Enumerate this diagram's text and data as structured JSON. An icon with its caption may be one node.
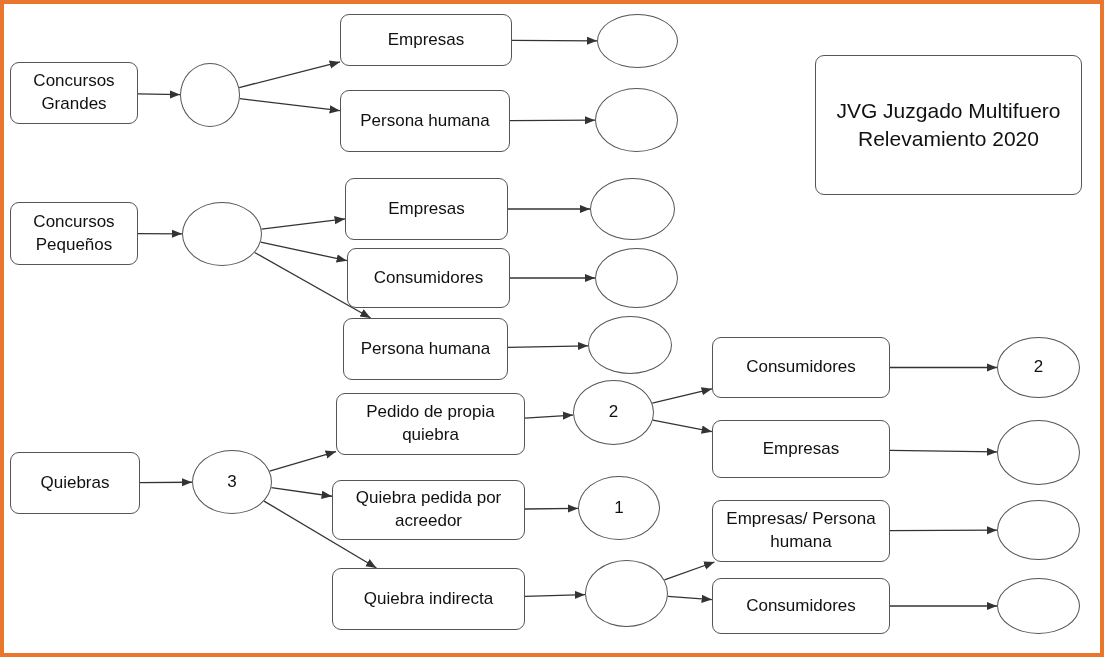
{
  "diagram": {
    "nodes": [
      {
        "text": [
          "Concursos Grandes"
        ]
      },
      {
        "text": [],
        "shape": "circle"
      },
      {
        "text": [
          "Empresas"
        ]
      },
      {
        "text": [],
        "shape": "circle"
      },
      {
        "text": [
          "Persona humana"
        ]
      },
      {
        "text": [],
        "shape": "circle"
      },
      {
        "text": [
          "Concursos Pequeños"
        ]
      },
      {
        "text": [],
        "shape": "circle"
      },
      {
        "text": [
          "Empresas"
        ]
      },
      {
        "text": [],
        "shape": "circle"
      },
      {
        "text": [
          "Consumidores"
        ]
      },
      {
        "text": [],
        "shape": "circle"
      },
      {
        "text": [
          "Persona humana"
        ]
      },
      {
        "text": [],
        "shape": "circle"
      },
      {
        "text": [
          "Quiebras"
        ]
      },
      {
        "text": [
          "3"
        ]
      },
      {
        "text": [
          "Pedido de propia quiebra"
        ]
      },
      {
        "text": [
          "2"
        ]
      },
      {
        "text": [
          "Quiebra pedida por acreedor"
        ]
      },
      {
        "text": [
          "1"
        ]
      },
      {
        "text": [
          "Quiebra indirecta"
        ]
      },
      {
        "text": [],
        "shape": "circle"
      },
      {
        "text": [
          "Consumidores"
        ]
      },
      {
        "text": [
          "2"
        ]
      },
      {
        "text": [
          "Empresas"
        ]
      },
      {
        "text": [],
        "shape": "circle"
      },
      {
        "text": [
          "Empresas/ Persona humana"
        ]
      },
      {
        "text": [],
        "shape": "circle"
      },
      {
        "text": [
          "Consumidores"
        ]
      },
      {
        "text": [],
        "shape": "circle"
      },
      {
        "text": [
          "JVG Juzgado Multifuero Relevamiento 2020"
        ]
      }
    ],
    "edges": [
      {
        "from": 0,
        "to": 1,
        "arrow": "to"
      },
      {
        "from": 1,
        "to": 2,
        "arrow": "to"
      },
      {
        "from": 1,
        "to": 4,
        "arrow": "to"
      },
      {
        "from": 2,
        "to": 3,
        "arrow": "to"
      },
      {
        "from": 4,
        "to": 5,
        "arrow": "to"
      },
      {
        "from": 6,
        "to": 7,
        "arrow": "to"
      },
      {
        "from": 7,
        "to": 8,
        "arrow": "to"
      },
      {
        "from": 7,
        "to": 10,
        "arrow": "to"
      },
      {
        "from": 7,
        "to": 12,
        "arrow": "to"
      },
      {
        "from": 8,
        "to": 9,
        "arrow": "to"
      },
      {
        "from": 10,
        "to": 11,
        "arrow": "to"
      },
      {
        "from": 12,
        "to": 13,
        "arrow": "to"
      },
      {
        "from": 14,
        "to": 15,
        "arrow": "to"
      },
      {
        "from": 15,
        "to": 16,
        "arrow": "to"
      },
      {
        "from": 15,
        "to": 18,
        "arrow": "to"
      },
      {
        "from": 15,
        "to": 20,
        "arrow": "to"
      },
      {
        "from": 16,
        "to": 17,
        "arrow": "to"
      },
      {
        "from": 18,
        "to": 19,
        "arrow": "to"
      },
      {
        "from": 20,
        "to": 21,
        "arrow": "to"
      },
      {
        "from": 17,
        "to": 22,
        "arrow": "to"
      },
      {
        "from": 17,
        "to": 24,
        "arrow": "to"
      },
      {
        "from": 22,
        "to": 23,
        "arrow": "to"
      },
      {
        "from": 24,
        "to": 25,
        "arrow": "to"
      },
      {
        "from": 21,
        "to": 26,
        "arrow": "to"
      },
      {
        "from": 21,
        "to": 28,
        "arrow": "to"
      },
      {
        "from": 26,
        "to": 27,
        "arrow": "to"
      },
      {
        "from": 28,
        "to": 29,
        "arrow": "to"
      }
    ]
  }
}
